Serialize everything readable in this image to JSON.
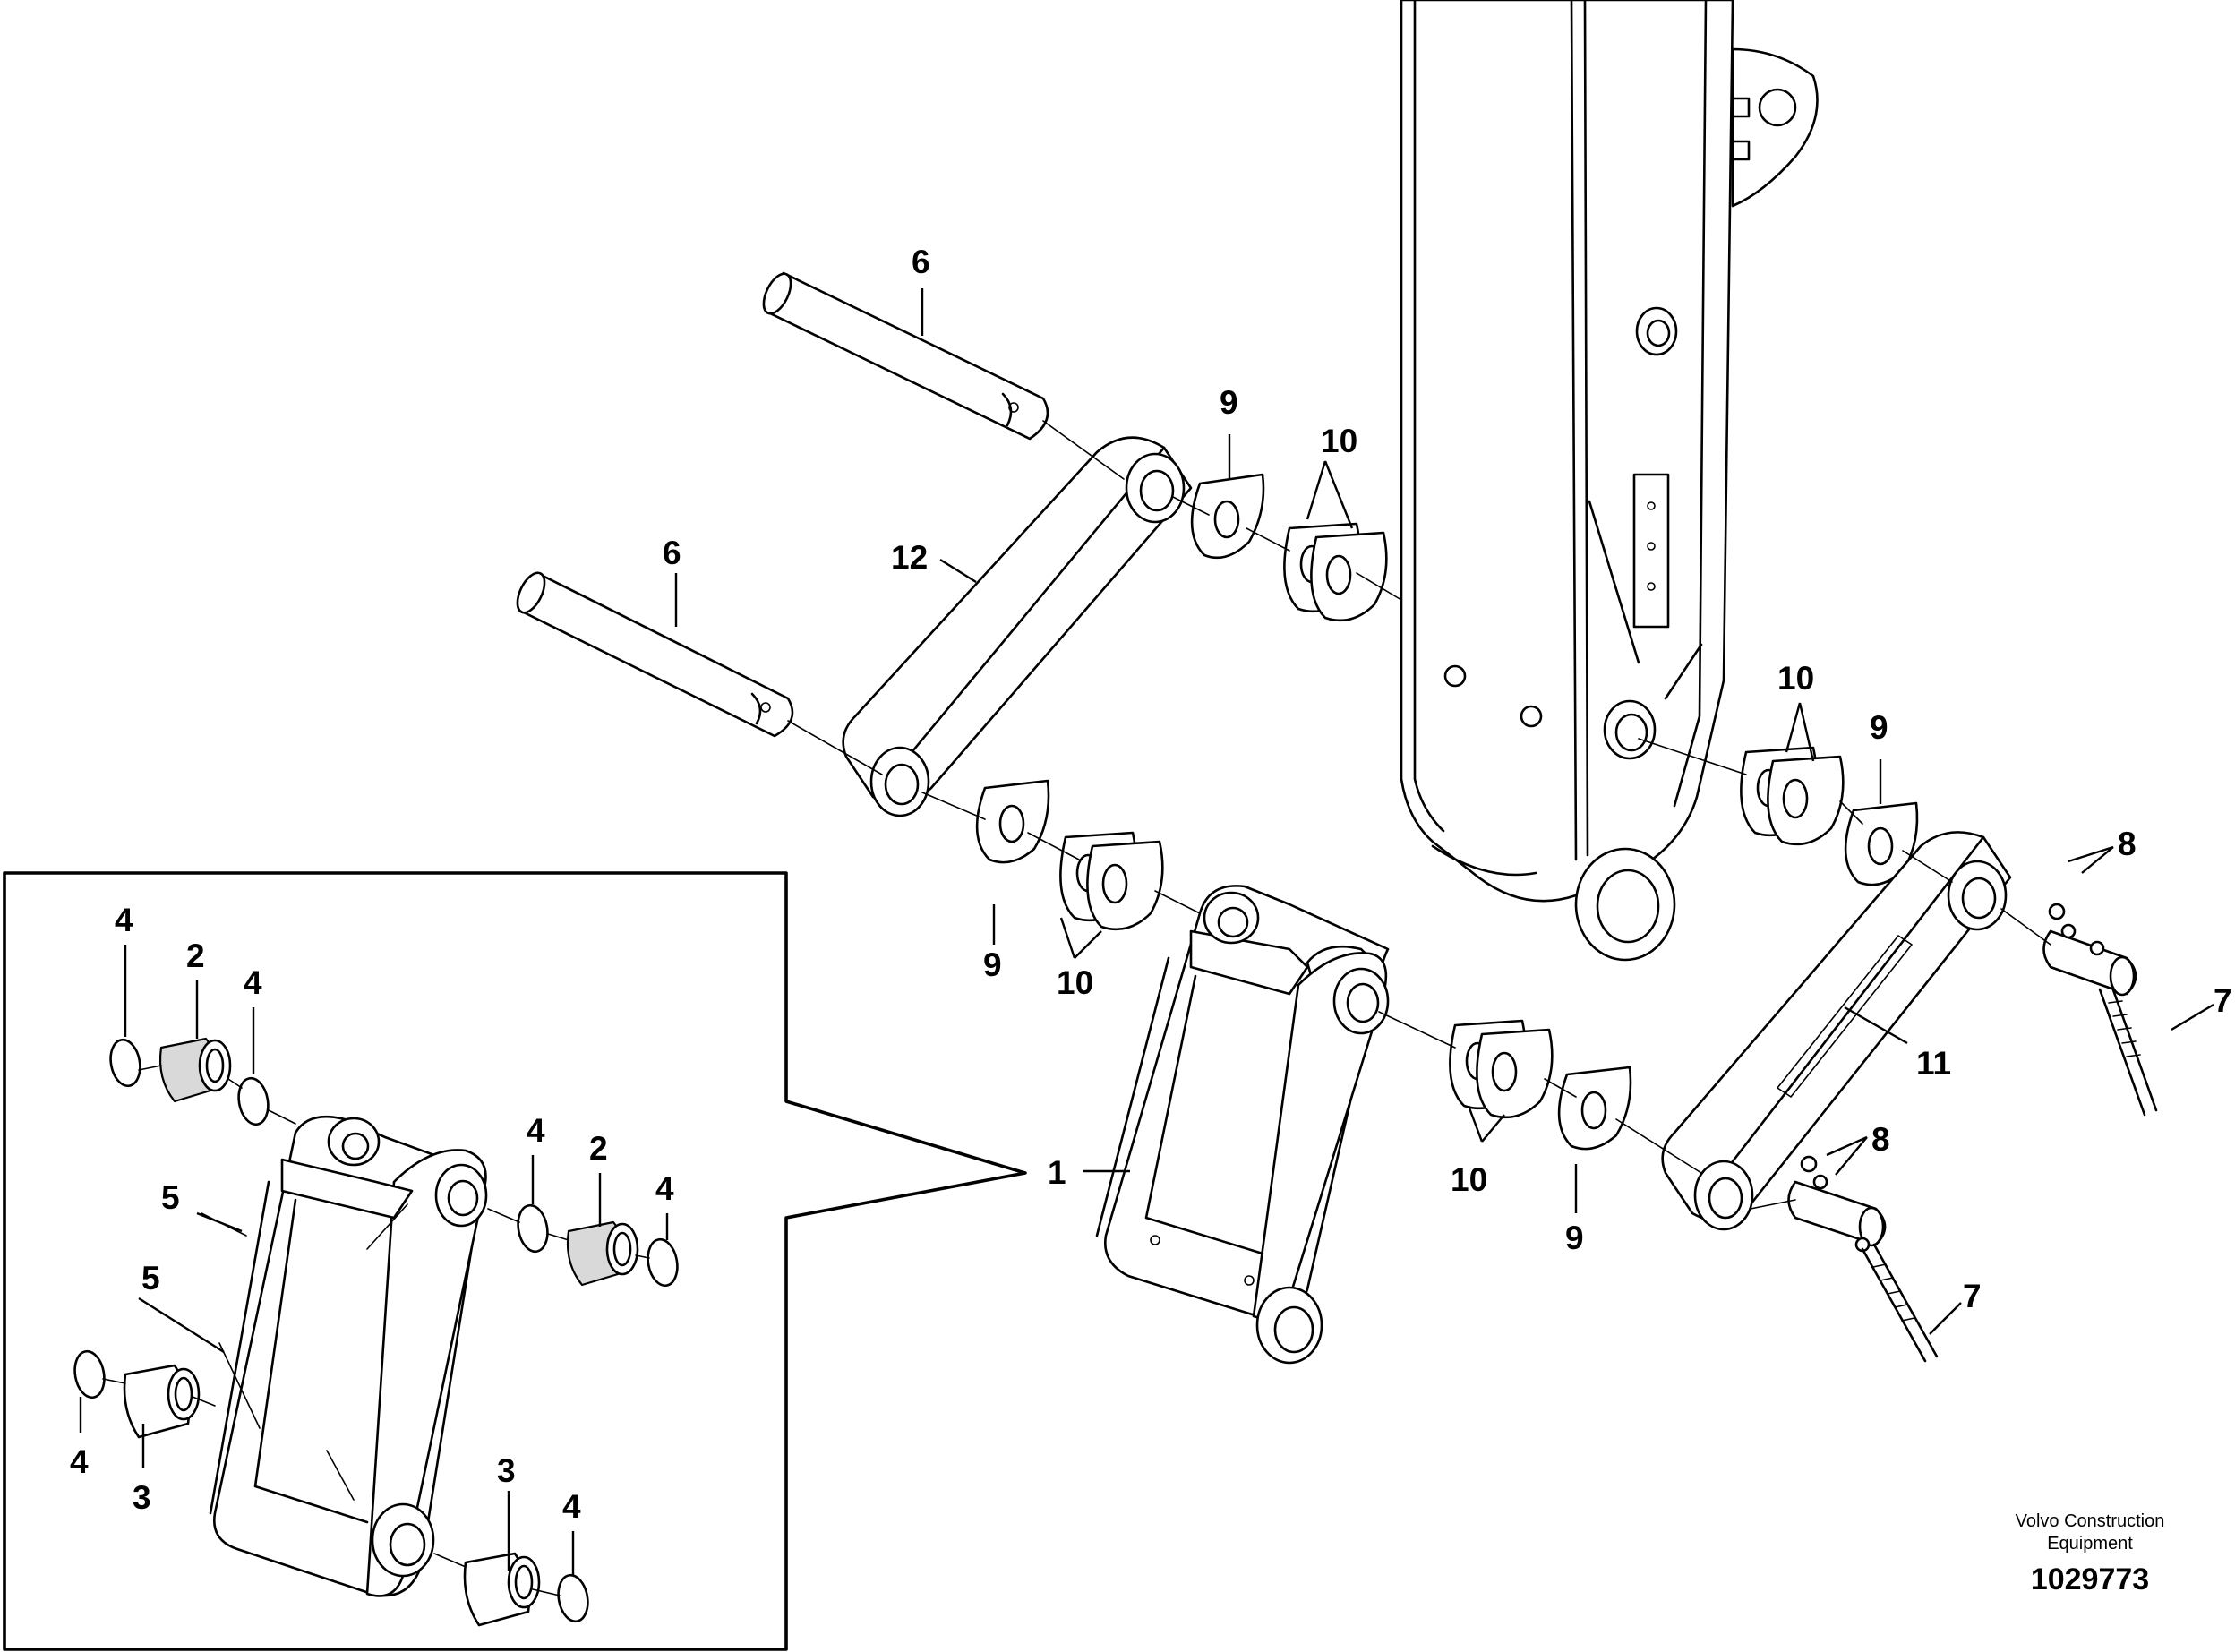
{
  "callouts": {
    "c6a": "6",
    "c6b": "6",
    "c12": "12",
    "c9a": "9",
    "c10a": "10",
    "c9b": "9",
    "c10b": "10",
    "c10c": "10",
    "c9c": "9",
    "c8a": "8",
    "c7a": "7",
    "c11": "11",
    "c1": "1",
    "c10d": "10",
    "c9d": "9",
    "c8b": "8",
    "c7b": "7",
    "d4a": "4",
    "d2a": "2",
    "d4b": "4",
    "d5a": "5",
    "d4c": "4",
    "d2b": "2",
    "d4d": "4",
    "d5b": "5",
    "d4e": "4",
    "d3a": "3",
    "d3b": "3",
    "d4f": "4"
  },
  "footer": {
    "brand_line1": "Volvo Construction",
    "brand_line2": "Equipment",
    "doc_number": "1029773"
  }
}
